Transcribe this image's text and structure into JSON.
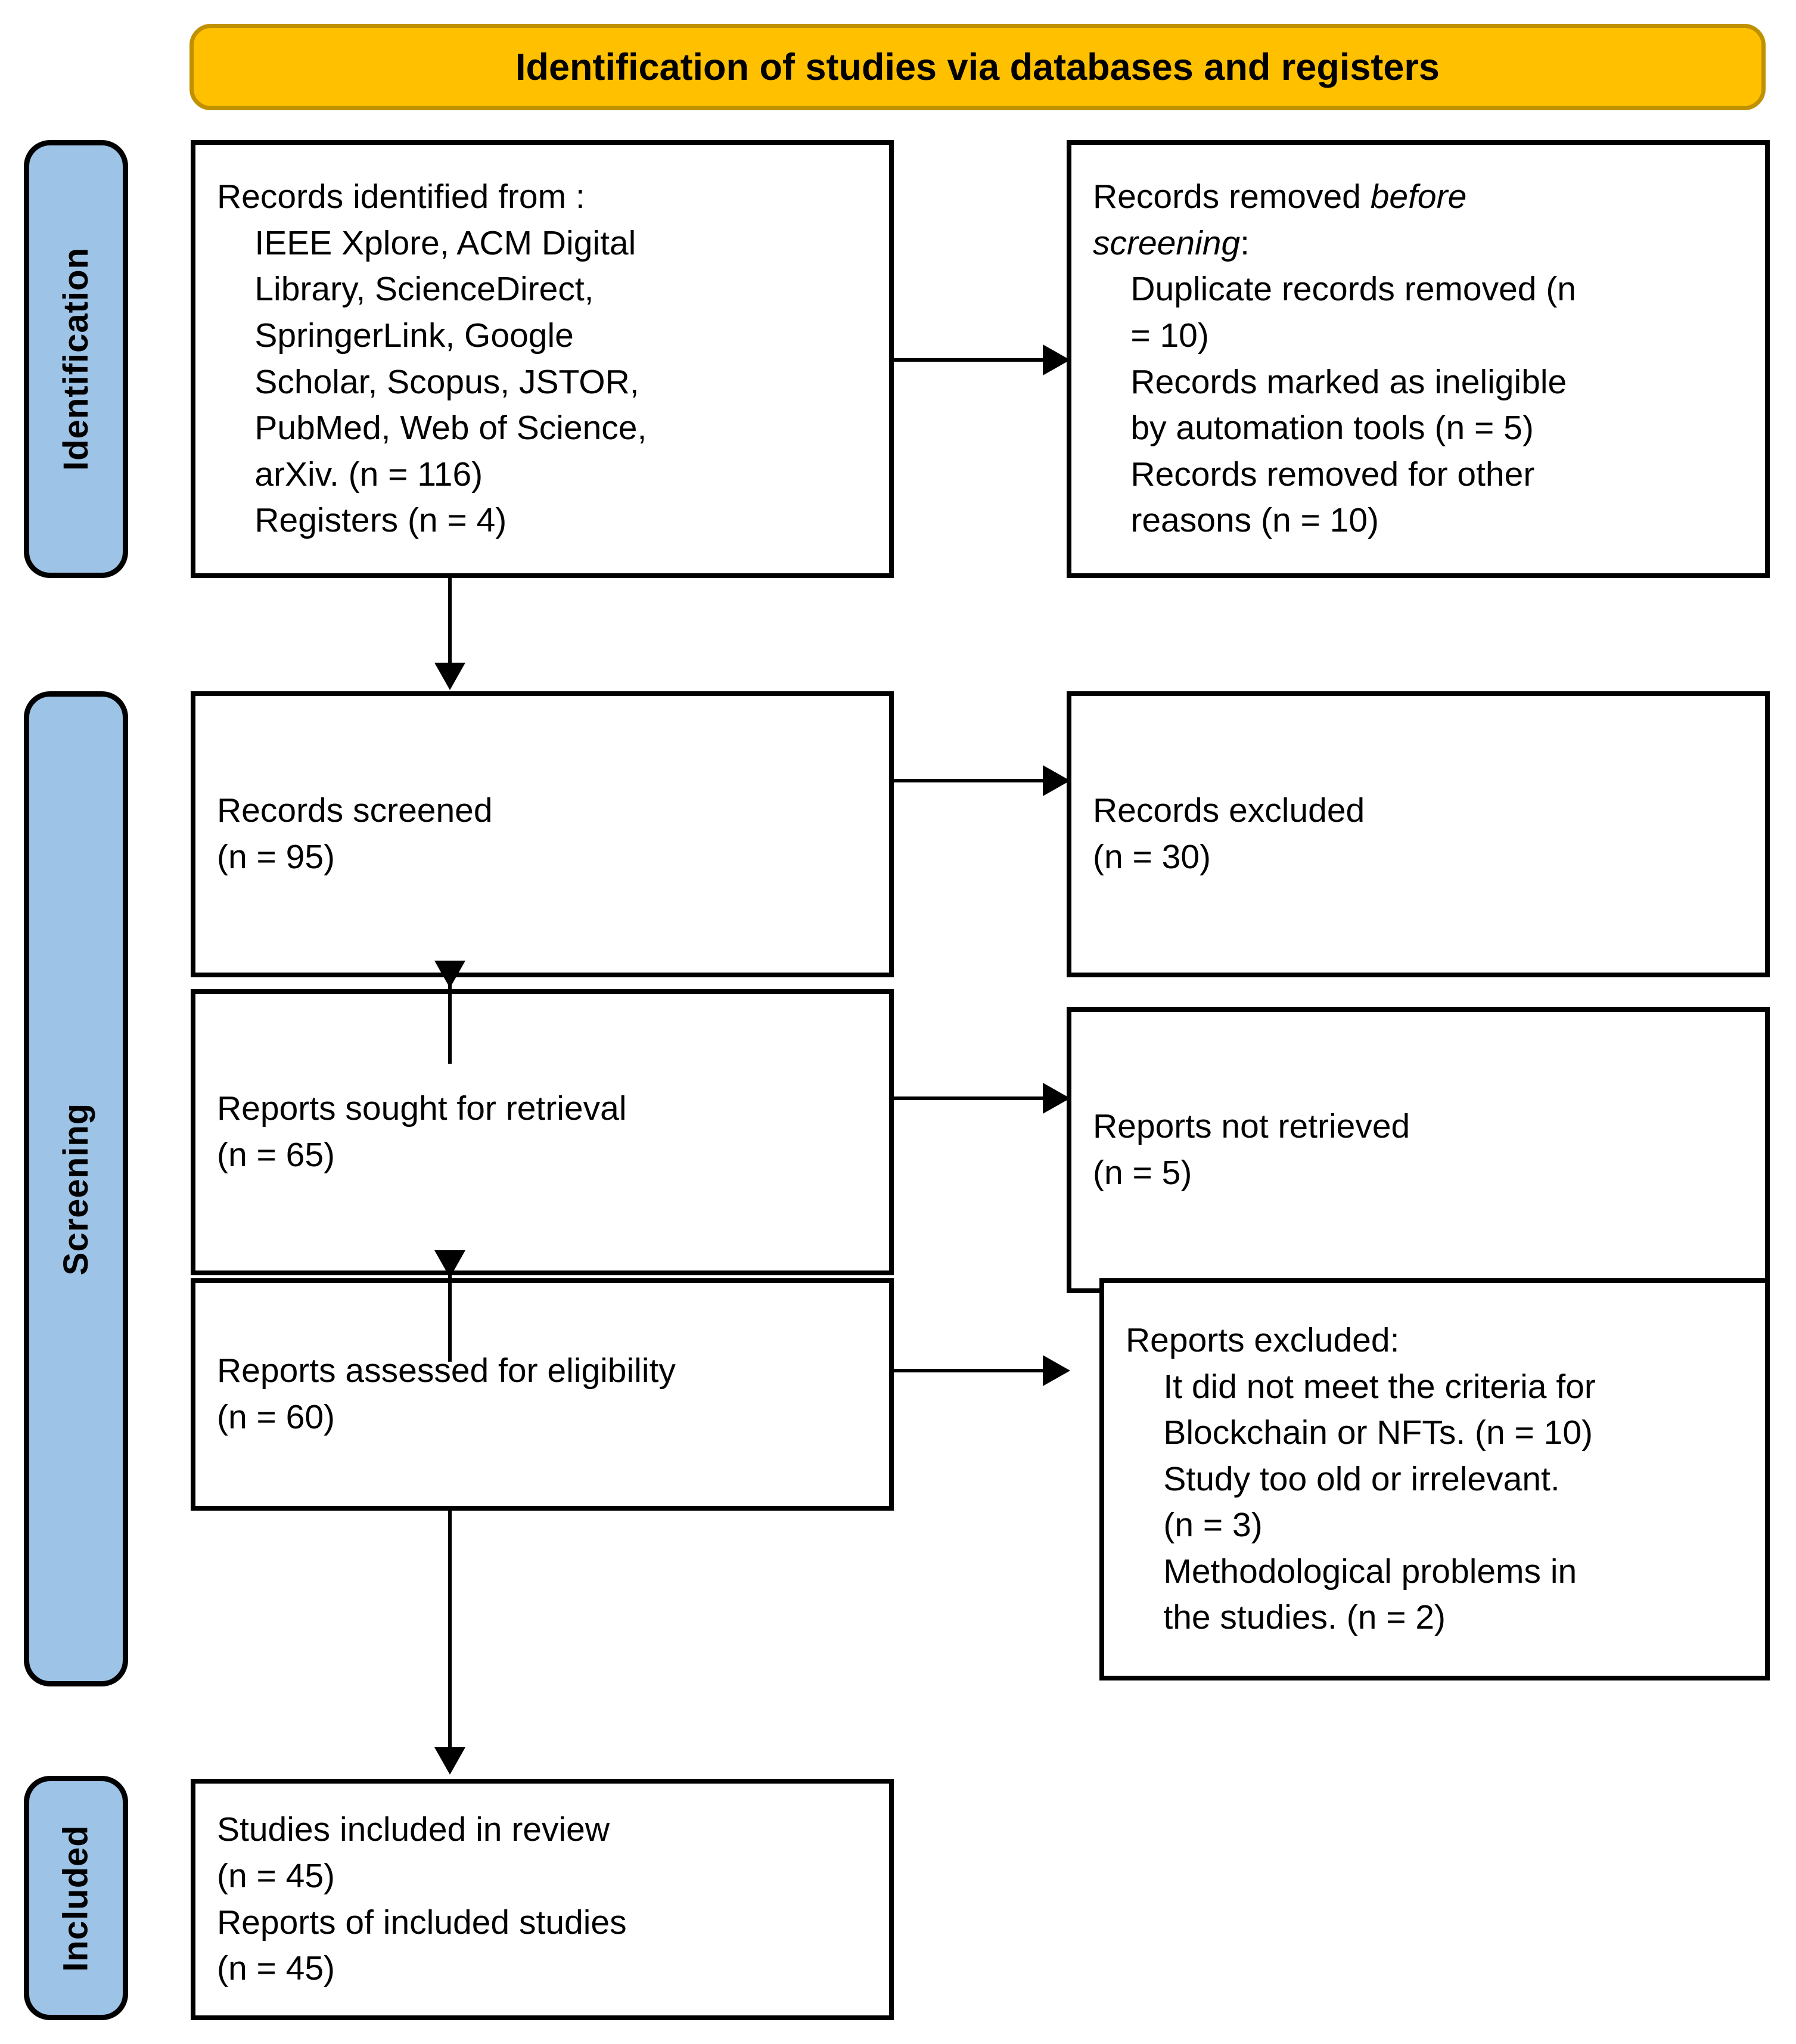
{
  "banner": {
    "title": "Identification of studies via databases and registers",
    "fill_color": "#FFC000",
    "border_color": "#BF9000"
  },
  "stages": {
    "fill_color": "#9DC3E6",
    "identification": "Identification",
    "screening": "Screening",
    "included": "Included"
  },
  "boxes": {
    "records_identified": "Records identified from :\n    IEEE Xplore, ACM Digital\n    Library, ScienceDirect,\n    SpringerLink, Google\n    Scholar, Scopus, JSTOR,\n    PubMed, Web of Science,\n    arXiv. (n = 116)\n    Registers (n = 4)",
    "records_removed_pre": "Records removed ",
    "records_removed_pre_italic": "before\nscreening",
    "records_removed_post": ":\n    Duplicate records removed (n\n    = 10)\n    Records marked as ineligible\n    by automation tools (n = 5)\n    Records removed for other\n    reasons (n = 10)",
    "records_screened": "Records screened\n(n = 95)",
    "records_excluded": "Records excluded\n(n = 30)",
    "reports_sought": "Reports sought for retrieval\n(n = 65)",
    "reports_not_retrieved": "Reports not retrieved\n(n = 5)",
    "reports_assessed": "Reports assessed for eligibility\n(n = 60)",
    "reports_excluded": "Reports excluded:\n    It did not meet the criteria for\n    Blockchain or NFTs. (n = 10)\n    Study too old or irrelevant.\n    (n = 3)\n    Methodological problems in\n    the studies. (n = 2)",
    "studies_included": "Studies included in review\n(n = 45)\nReports of included studies\n(n = 45)"
  },
  "chart_data": {
    "type": "diagram",
    "title": "Identification of studies via databases and registers",
    "diagram_kind": "PRISMA flow diagram",
    "stages": [
      "Identification",
      "Screening",
      "Included"
    ],
    "nodes": [
      {
        "id": "records_identified",
        "stage": "Identification",
        "side": "left",
        "label": "Records identified from :",
        "sources": [
          "IEEE Xplore",
          "ACM Digital Library",
          "ScienceDirect",
          "SpringerLink",
          "Google Scholar",
          "Scopus",
          "JSTOR",
          "PubMed",
          "Web of Science",
          "arXiv."
        ],
        "counts": {
          "databases_n": 116,
          "registers_n": 4
        }
      },
      {
        "id": "records_removed_before_screening",
        "stage": "Identification",
        "side": "right",
        "label": "Records removed before screening:",
        "items": [
          {
            "text": "Duplicate records removed",
            "n": 10
          },
          {
            "text": "Records marked as ineligible by automation tools",
            "n": 5
          },
          {
            "text": "Records removed for other reasons",
            "n": 10
          }
        ]
      },
      {
        "id": "records_screened",
        "stage": "Screening",
        "side": "left",
        "label": "Records screened",
        "n": 95
      },
      {
        "id": "records_excluded",
        "stage": "Screening",
        "side": "right",
        "label": "Records excluded",
        "n": 30
      },
      {
        "id": "reports_sought",
        "stage": "Screening",
        "side": "left",
        "label": "Reports sought for retrieval",
        "n": 65
      },
      {
        "id": "reports_not_retrieved",
        "stage": "Screening",
        "side": "right",
        "label": "Reports not retrieved",
        "n": 5
      },
      {
        "id": "reports_assessed",
        "stage": "Screening",
        "side": "left",
        "label": "Reports assessed for eligibility",
        "n": 60
      },
      {
        "id": "reports_excluded",
        "stage": "Screening",
        "side": "right",
        "label": "Reports excluded:",
        "items": [
          {
            "text": "It did not meet the criteria for Blockchain or NFTs.",
            "n": 10
          },
          {
            "text": "Study too old or irrelevant.",
            "n": 3
          },
          {
            "text": "Methodological problems in the studies.",
            "n": 2
          }
        ]
      },
      {
        "id": "studies_included",
        "stage": "Included",
        "side": "left",
        "label": "Studies included in review",
        "n": 45,
        "secondary_label": "Reports of included studies",
        "secondary_n": 45
      }
    ],
    "edges": [
      {
        "from": "records_identified",
        "to": "records_removed_before_screening",
        "direction": "right"
      },
      {
        "from": "records_identified",
        "to": "records_screened",
        "direction": "down"
      },
      {
        "from": "records_screened",
        "to": "records_excluded",
        "direction": "right"
      },
      {
        "from": "records_screened",
        "to": "reports_sought",
        "direction": "down"
      },
      {
        "from": "reports_sought",
        "to": "reports_not_retrieved",
        "direction": "right"
      },
      {
        "from": "reports_sought",
        "to": "reports_assessed",
        "direction": "down"
      },
      {
        "from": "reports_assessed",
        "to": "reports_excluded",
        "direction": "right"
      },
      {
        "from": "reports_assessed",
        "to": "studies_included",
        "direction": "down"
      }
    ]
  }
}
